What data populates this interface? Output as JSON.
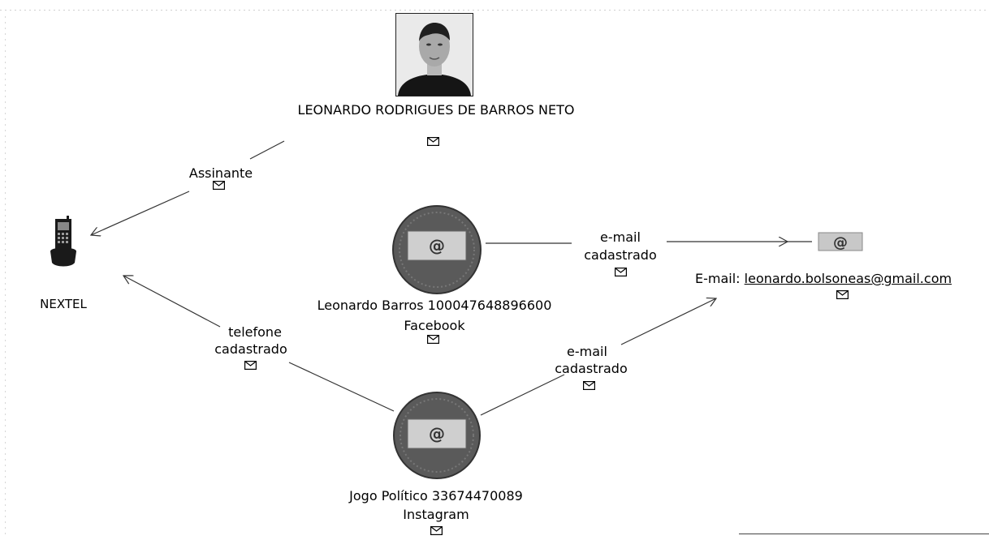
{
  "nodes": {
    "person": {
      "name": "LEONARDO RODRIGUES DE BARROS NETO"
    },
    "phone": {
      "number": "",
      "carrier": "NEXTEL"
    },
    "facebook": {
      "line1": "Leonardo Barros 100047648896600",
      "line2": "Facebook"
    },
    "instagram": {
      "line1": "Jogo Político 33674470089",
      "line2": "Instagram"
    },
    "email": {
      "prefix": "E-mail:",
      "address": "leonardo.bolsoneas@gmail.com"
    }
  },
  "edges": {
    "assinante": {
      "label": "Assinante"
    },
    "telefone": {
      "line1": "telefone",
      "line2": "cadastrado"
    },
    "fb_email": {
      "line1": "e-mail",
      "line2": "cadastrado"
    },
    "ig_email": {
      "line1": "e-mail",
      "line2": "cadastrado"
    }
  },
  "icons": {
    "envelope": "envelope-icon",
    "avatar": "person-photo",
    "phone": "nextel-phone-icon",
    "social": "at-sign-globe-icon",
    "email": "at-sign-icon"
  },
  "colors": {
    "line": "#333333",
    "node_border": "#444444",
    "node_fill": "#4f4f4f",
    "badge_fill": "#c8c8c8"
  }
}
